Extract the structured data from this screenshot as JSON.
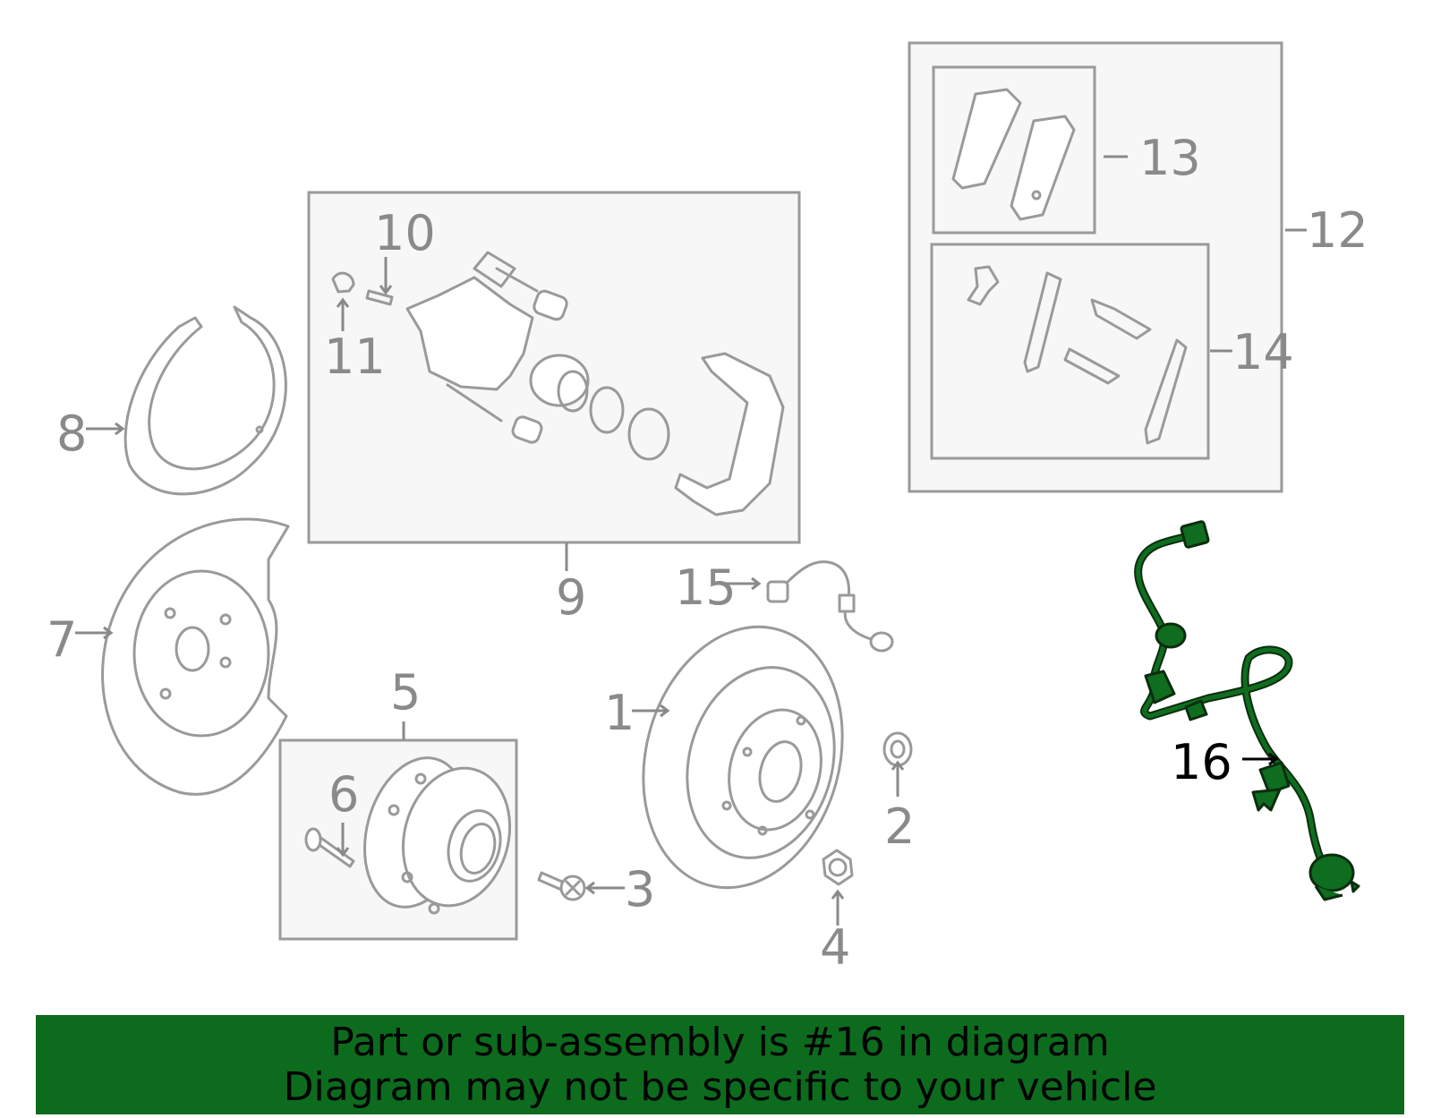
{
  "callouts": {
    "c1": "1",
    "c2": "2",
    "c3": "3",
    "c4": "4",
    "c5": "5",
    "c6": "6",
    "c7": "7",
    "c8": "8",
    "c9": "9",
    "c10": "10",
    "c11": "11",
    "c12": "12",
    "c13": "13",
    "c14": "14",
    "c15": "15",
    "c16": "16"
  },
  "highlight_color": "#0f6d1f",
  "banner": {
    "line1": "Part or sub-assembly is #16 in diagram",
    "line2": "Diagram may not be specific to your vehicle",
    "background": "#0d6b1e"
  }
}
